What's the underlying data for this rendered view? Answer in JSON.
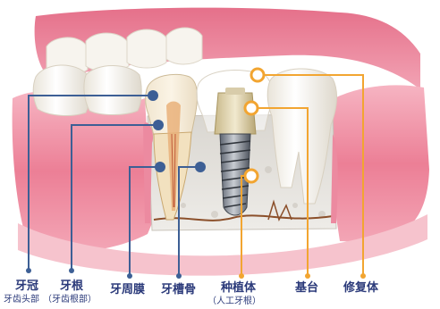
{
  "labels": {
    "crown": "牙冠",
    "crown_sub": "牙齿头部",
    "root": "牙根",
    "root_sub": "（牙齿根部）",
    "periodontal": "牙周膜",
    "alveolar": "牙槽骨",
    "implant": "种植体",
    "implant_sub": "（人工牙根）",
    "abutment": "基台",
    "restoration": "修复体"
  },
  "colors": {
    "natural_line": "#3d5f95",
    "implant_line": "#f2a531",
    "gum": "#ec7f96",
    "bone": "#e6e3de"
  }
}
